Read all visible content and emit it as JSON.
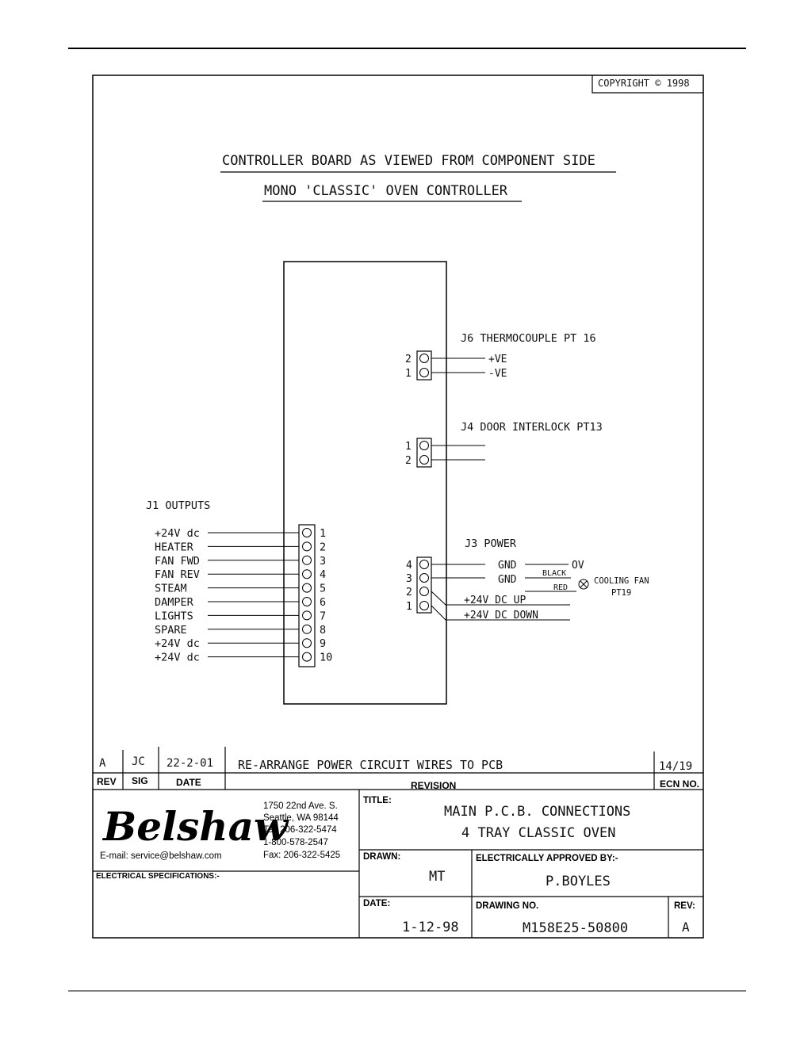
{
  "copyright": "COPYRIGHT © 1998",
  "titles": {
    "line1": "CONTROLLER BOARD AS VIEWED FROM COMPONENT SIDE",
    "line2": "MONO 'CLASSIC' OVEN CONTROLLER"
  },
  "j6": {
    "title": "J6 THERMOCOUPLE PT 16",
    "pins": [
      "2",
      "1"
    ],
    "wires": [
      "+VE",
      "-VE"
    ]
  },
  "j4": {
    "title": "J4 DOOR INTERLOCK PT13",
    "pins": [
      "1",
      "2"
    ]
  },
  "j1": {
    "title": "J1 OUTPUTS",
    "labels": [
      "+24V dc",
      "HEATER",
      "FAN FWD",
      "FAN REV",
      "STEAM",
      "DAMPER",
      "LIGHTS",
      "SPARE",
      "+24V dc",
      "+24V dc"
    ],
    "pins": [
      "1",
      "2",
      "3",
      "4",
      "5",
      "6",
      "7",
      "8",
      "9",
      "10"
    ]
  },
  "j3": {
    "title": "J3 POWER",
    "pins": [
      "4",
      "3",
      "2",
      "1"
    ],
    "wires": [
      "GND",
      "GND",
      "+24V DC UP",
      "+24V DC DOWN"
    ],
    "ov": "OV",
    "black": "BLACK",
    "red": "RED",
    "fan_label": "COOLING FAN",
    "fan_pt": "PT19"
  },
  "revision_row": {
    "rev": "A",
    "sig": "JC",
    "date": "22-2-01",
    "description": "RE-ARRANGE POWER CIRCUIT WIRES TO PCB",
    "ecn": "14/19"
  },
  "headers": {
    "rev": "REV",
    "sig": "SIG",
    "date": "DATE",
    "revision": "REVISION",
    "ecn": "ECN NO."
  },
  "company": {
    "logo": "Belshaw",
    "address": [
      "1750 22nd Ave. S.",
      "Seattle, WA 98144",
      "Tel: 206-322-5474",
      "1-800-578-2547",
      "Fax: 206-322-5425"
    ],
    "email": "E-mail: service@belshaw.com",
    "elec_spec": "ELECTRICAL SPECIFICATIONS:-"
  },
  "title_block": {
    "title_label": "TITLE:",
    "title_line1": "MAIN P.C.B. CONNECTIONS",
    "title_line2": "4 TRAY CLASSIC OVEN",
    "drawn_label": "DRAWN:",
    "drawn_value": "MT",
    "approved_label": "ELECTRICALLY APPROVED BY:-",
    "approved_value": "P.BOYLES",
    "date_label": "DATE:",
    "date_value": "1-12-98",
    "drawing_no_label": "DRAWING NO.",
    "drawing_no_value": "M158E25-50800",
    "rev_label": "REV:",
    "rev_value": "A"
  }
}
